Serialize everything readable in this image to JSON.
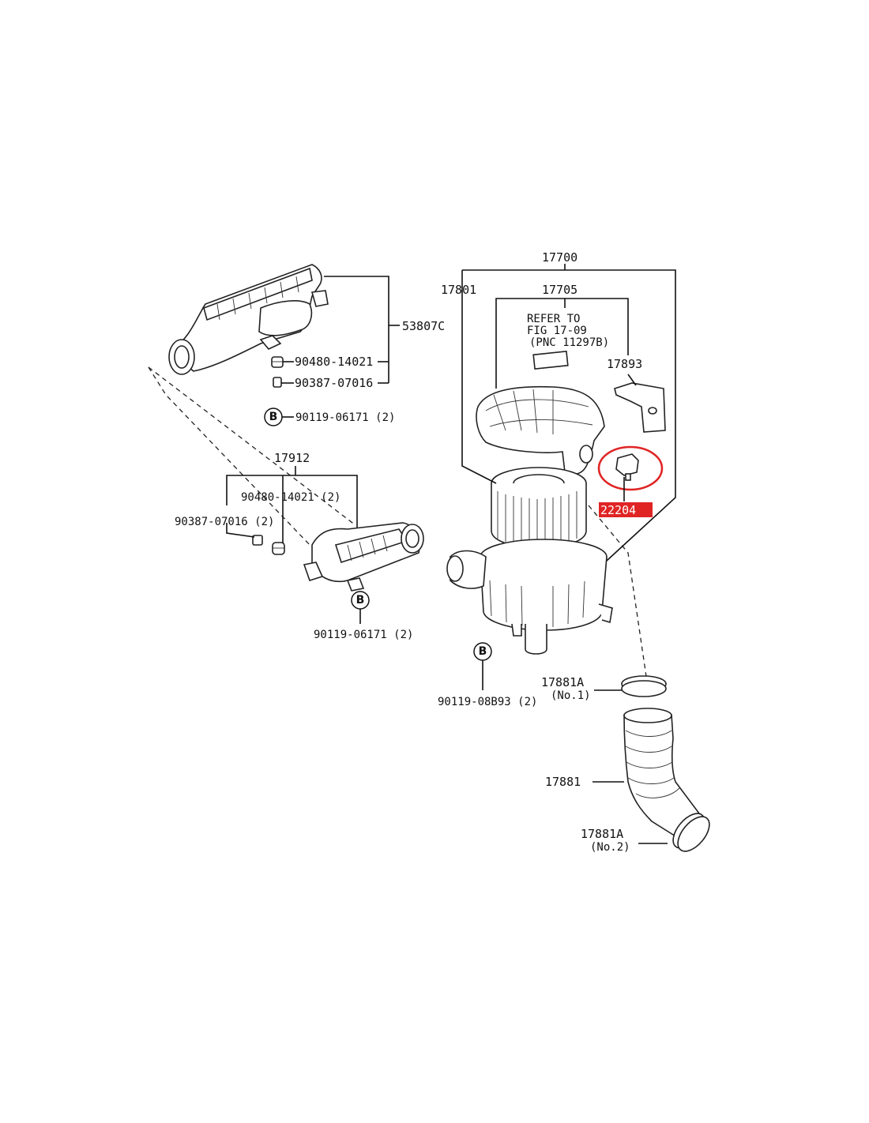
{
  "labels": {
    "p53807c": "53807C",
    "p90480_14021": "90480-14021",
    "p90387_07016": "90387-07016",
    "p90119_06171_a": "90119-06171 (2)",
    "p17912": "17912",
    "p90480_14021_2": "90480-14021 (2)",
    "p90387_07016_2": "90387-07016 (2)",
    "p90119_06171_b": "90119-06171 (2)",
    "p17700": "17700",
    "p17801": "17801",
    "p17705": "17705",
    "refer_line1": "REFER TO",
    "refer_line2": "FIG 17-09",
    "refer_line3": "(PNC 11297B)",
    "p17893": "17893",
    "p22204": "22204",
    "p90119_08893": "90119-08B93 (2)",
    "p17881a_1": "17881A",
    "p17881a_1_sub": "(No.1)",
    "p17881": "17881",
    "p17881a_2": "17881A",
    "p17881a_2_sub": "(No.2)"
  },
  "bolt_marker": "B",
  "colors": {
    "highlight": "#e02424",
    "highlight_text": "#ffffff",
    "line": "#111111"
  }
}
